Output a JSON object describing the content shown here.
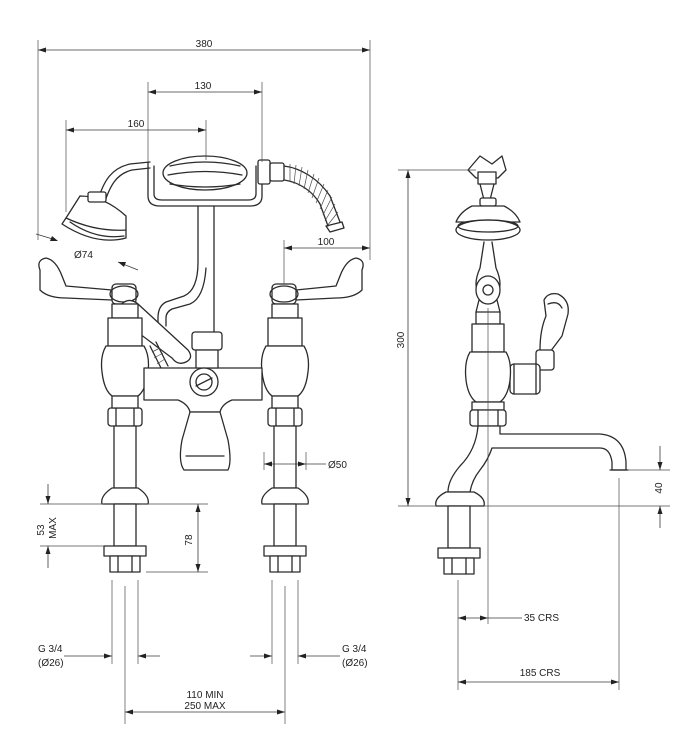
{
  "dimensions": {
    "overall_width": "380",
    "handset_spacing": "130",
    "handset_reach": "160",
    "lever_reach": "100",
    "shower_head_diameter": "Ø74",
    "leg_diameter": "Ø50",
    "deck_thickness_value": "53",
    "deck_thickness_max": "MAX",
    "shank_length": "78",
    "thread_left_size": "G 3/4",
    "thread_left_diameter": "(Ø26)",
    "thread_right_size": "G 3/4",
    "thread_right_diameter": "(Ø26)",
    "centres_min": "110 MIN",
    "centres_max": "250 MAX",
    "overall_height": "300",
    "spout_height": "40",
    "offset_crs": "35 CRS",
    "spout_projection_crs": "185 CRS"
  }
}
